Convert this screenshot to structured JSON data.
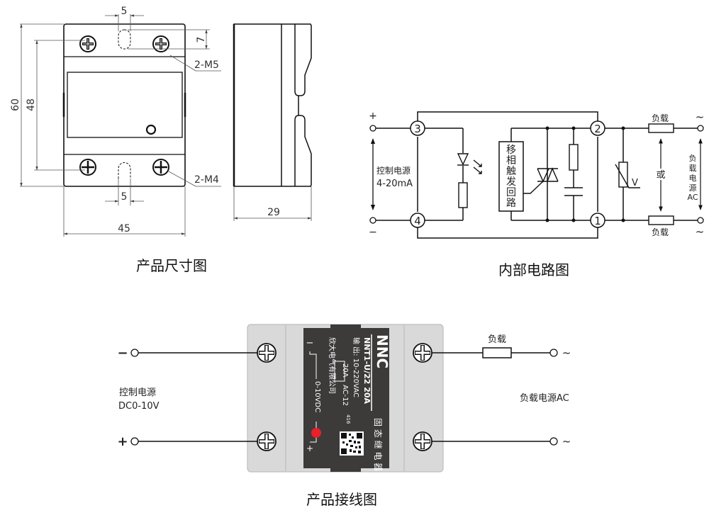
{
  "dimension_drawing": {
    "caption": "产品尺寸图",
    "dims": {
      "top_slot_width": "5",
      "slot_height": "7",
      "top_screws": "2-M5",
      "overall_height": "60",
      "hole_spacing": "48",
      "bottom_screws": "2-M4",
      "bottom_slot_width": "5",
      "width": "45",
      "depth": "29"
    }
  },
  "circuit_diagram": {
    "caption": "内部电路图",
    "plus": "+",
    "minus": "−",
    "control_label_1": "控制电源",
    "control_label_2": "4-20mA",
    "terminals": [
      "3",
      "4",
      "2",
      "1"
    ],
    "trigger_circuit": [
      "移",
      "相",
      "触",
      "发",
      "回",
      "路"
    ],
    "varistor_label": "V",
    "load_top": "负载",
    "load_bottom": "负载",
    "or_label": "或",
    "ac_label": [
      "负",
      "载",
      "电",
      "源",
      "AC"
    ],
    "tilde": "~"
  },
  "wiring_diagram": {
    "caption": "产品接线图",
    "minus": "−",
    "plus": "+",
    "control_label_1": "控制电源",
    "control_label_2": "DC0-10V",
    "load_label": "负载",
    "load_power": "负载电源AC",
    "tilde": "~",
    "device": {
      "brand": "NNC",
      "model": "NNT1-U/22  20A",
      "output": "输 出: 10-220VAC",
      "rating_box": "20A",
      "ac_class": "AC-12",
      "maker": "欣大电气有限公司",
      "input": "0-10VDC",
      "type": "固 态 继 电 器",
      "code": "416",
      "minus": "−",
      "plus": "+",
      "label_color": "#3d3a3a",
      "body_color": "#d9d9d9",
      "led_color": "#e8202a"
    }
  }
}
